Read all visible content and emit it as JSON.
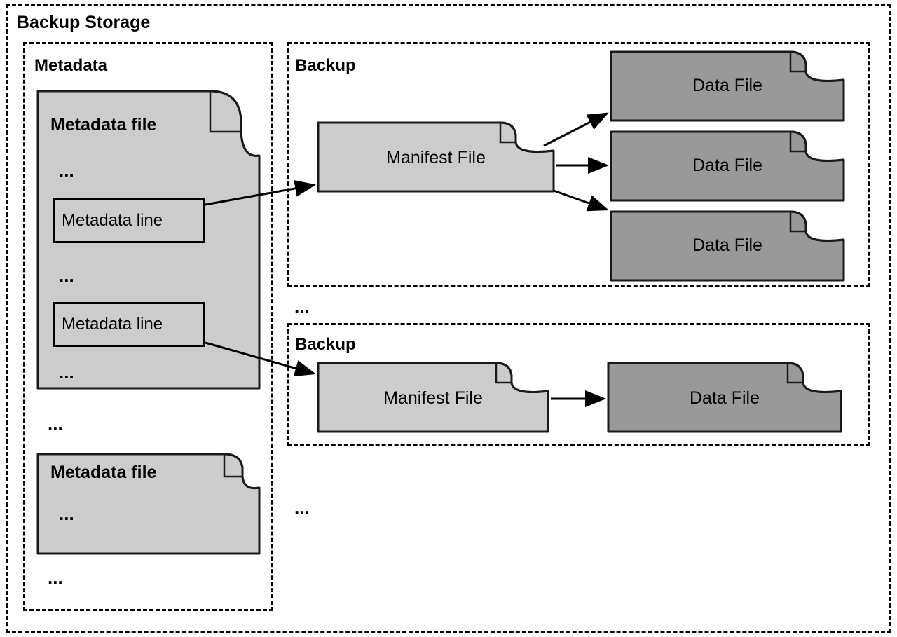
{
  "diagram": {
    "title": "Backup Storage",
    "type": "architecture-diagram",
    "colors": {
      "light_file_fill": "#cccccc",
      "dark_file_fill": "#999999",
      "stroke": "#000000",
      "background": "#ffffff"
    }
  },
  "outer": {
    "label": "Backup Storage"
  },
  "metadata_region": {
    "label": "Metadata",
    "files": [
      {
        "title": "Metadata file",
        "ellipses": [
          "...",
          "...",
          "..."
        ],
        "lines": [
          {
            "label": "Metadata line"
          },
          {
            "label": "Metadata line"
          }
        ]
      },
      {
        "title": "Metadata file",
        "ellipses": [
          "..."
        ],
        "lines": []
      }
    ],
    "between_files_ellipsis": "...",
    "after_files_ellipsis": "..."
  },
  "backup_regions": [
    {
      "label": "Backup",
      "manifest": {
        "label": "Manifest File"
      },
      "data_files": [
        {
          "label": "Data File"
        },
        {
          "label": "Data File"
        },
        {
          "label": "Data File"
        }
      ]
    },
    {
      "label": "Backup",
      "manifest": {
        "label": "Manifest File"
      },
      "data_files": [
        {
          "label": "Data File"
        }
      ]
    }
  ],
  "backup_separator_ellipsis": "...",
  "backup_trailing_ellipsis": "...",
  "connections": [
    {
      "from": "metadata-line-1",
      "to": "manifest-file-1"
    },
    {
      "from": "metadata-line-2",
      "to": "manifest-file-2"
    },
    {
      "from": "manifest-file-1",
      "to": "data-file-1-1"
    },
    {
      "from": "manifest-file-1",
      "to": "data-file-1-2"
    },
    {
      "from": "manifest-file-1",
      "to": "data-file-1-3"
    },
    {
      "from": "manifest-file-2",
      "to": "data-file-2-1"
    }
  ]
}
